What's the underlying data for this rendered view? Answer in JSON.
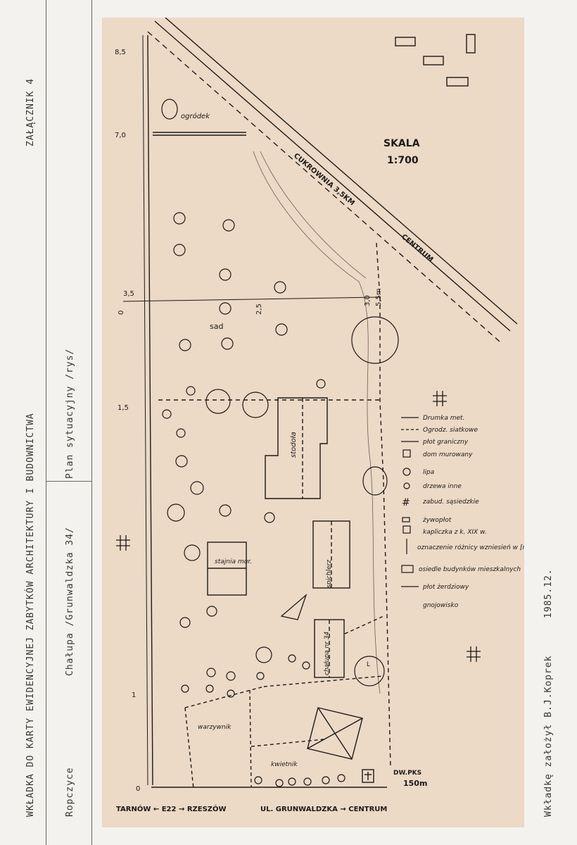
{
  "sidebar": {
    "col1": "WKŁADKA DO KARTY EWIDENCYJNEJ ZABYTKÓW ARCHITEKTURY I BUDOWNICTWA",
    "attachment": "ZAŁĄCZNIK",
    "attachment_no": "4",
    "location": "Ropczyce",
    "object": "Chałupa /Grunwaldzka 34/",
    "plan": "Plan sytuacyjny /rys/",
    "author": "Wkładkę założył  B.J.Koprek",
    "date": "1985.12."
  },
  "map": {
    "scale_title": "SKALA",
    "scale_value": "1:700",
    "labels": {
      "garden": "ogródek",
      "orchard": "sad",
      "barn": "stodoła",
      "pantry": "spichlerz",
      "stable": "stajnia mur.",
      "cottage": "chałupa nr 34",
      "vegetable": "warzywnik",
      "flower": "kwietnik",
      "bus_stop": "DW.PKS",
      "bus_dist": "150m",
      "road_top": "CUKROWNIA 3,5KM",
      "road_top_dir": "CENTRUM",
      "bottom_left": "TARNÓW ← E22 → RZESZÓW",
      "bottom_right": "UL. GRUNWALDZKA → CENTRUM",
      "lipa": "L"
    },
    "elevations": [
      "8,5",
      "7,0",
      "3,5",
      "0",
      "2,5",
      "3,0",
      "5,5m",
      "1,5",
      "1",
      "0"
    ],
    "legend": [
      {
        "sym": "wire",
        "label": "Drumka met."
      },
      {
        "sym": "mesh",
        "label": "Ogrodz. siatkowe"
      },
      {
        "sym": "boundary",
        "label": "płot graniczny"
      },
      {
        "sym": "brick",
        "label": "dom murowany"
      },
      {
        "sym": "lime",
        "label": "lipa"
      },
      {
        "sym": "tree",
        "label": "drzewa inne"
      },
      {
        "sym": "hash",
        "label": "zabud. sąsiedzkie"
      },
      {
        "sym": "fence",
        "label": "żywopłot"
      },
      {
        "sym": "chapel",
        "label": "kapliczka z k. XIX w."
      },
      {
        "sym": "elev",
        "label": "oznaczenie różnicy wzniesień w [m]"
      },
      {
        "sym": "neigh",
        "label": "osiedle budynków mieszkalnych"
      },
      {
        "sym": "pole",
        "label": "płot żerdziowy"
      },
      {
        "sym": "manure",
        "label": "gnojowisko"
      }
    ]
  }
}
